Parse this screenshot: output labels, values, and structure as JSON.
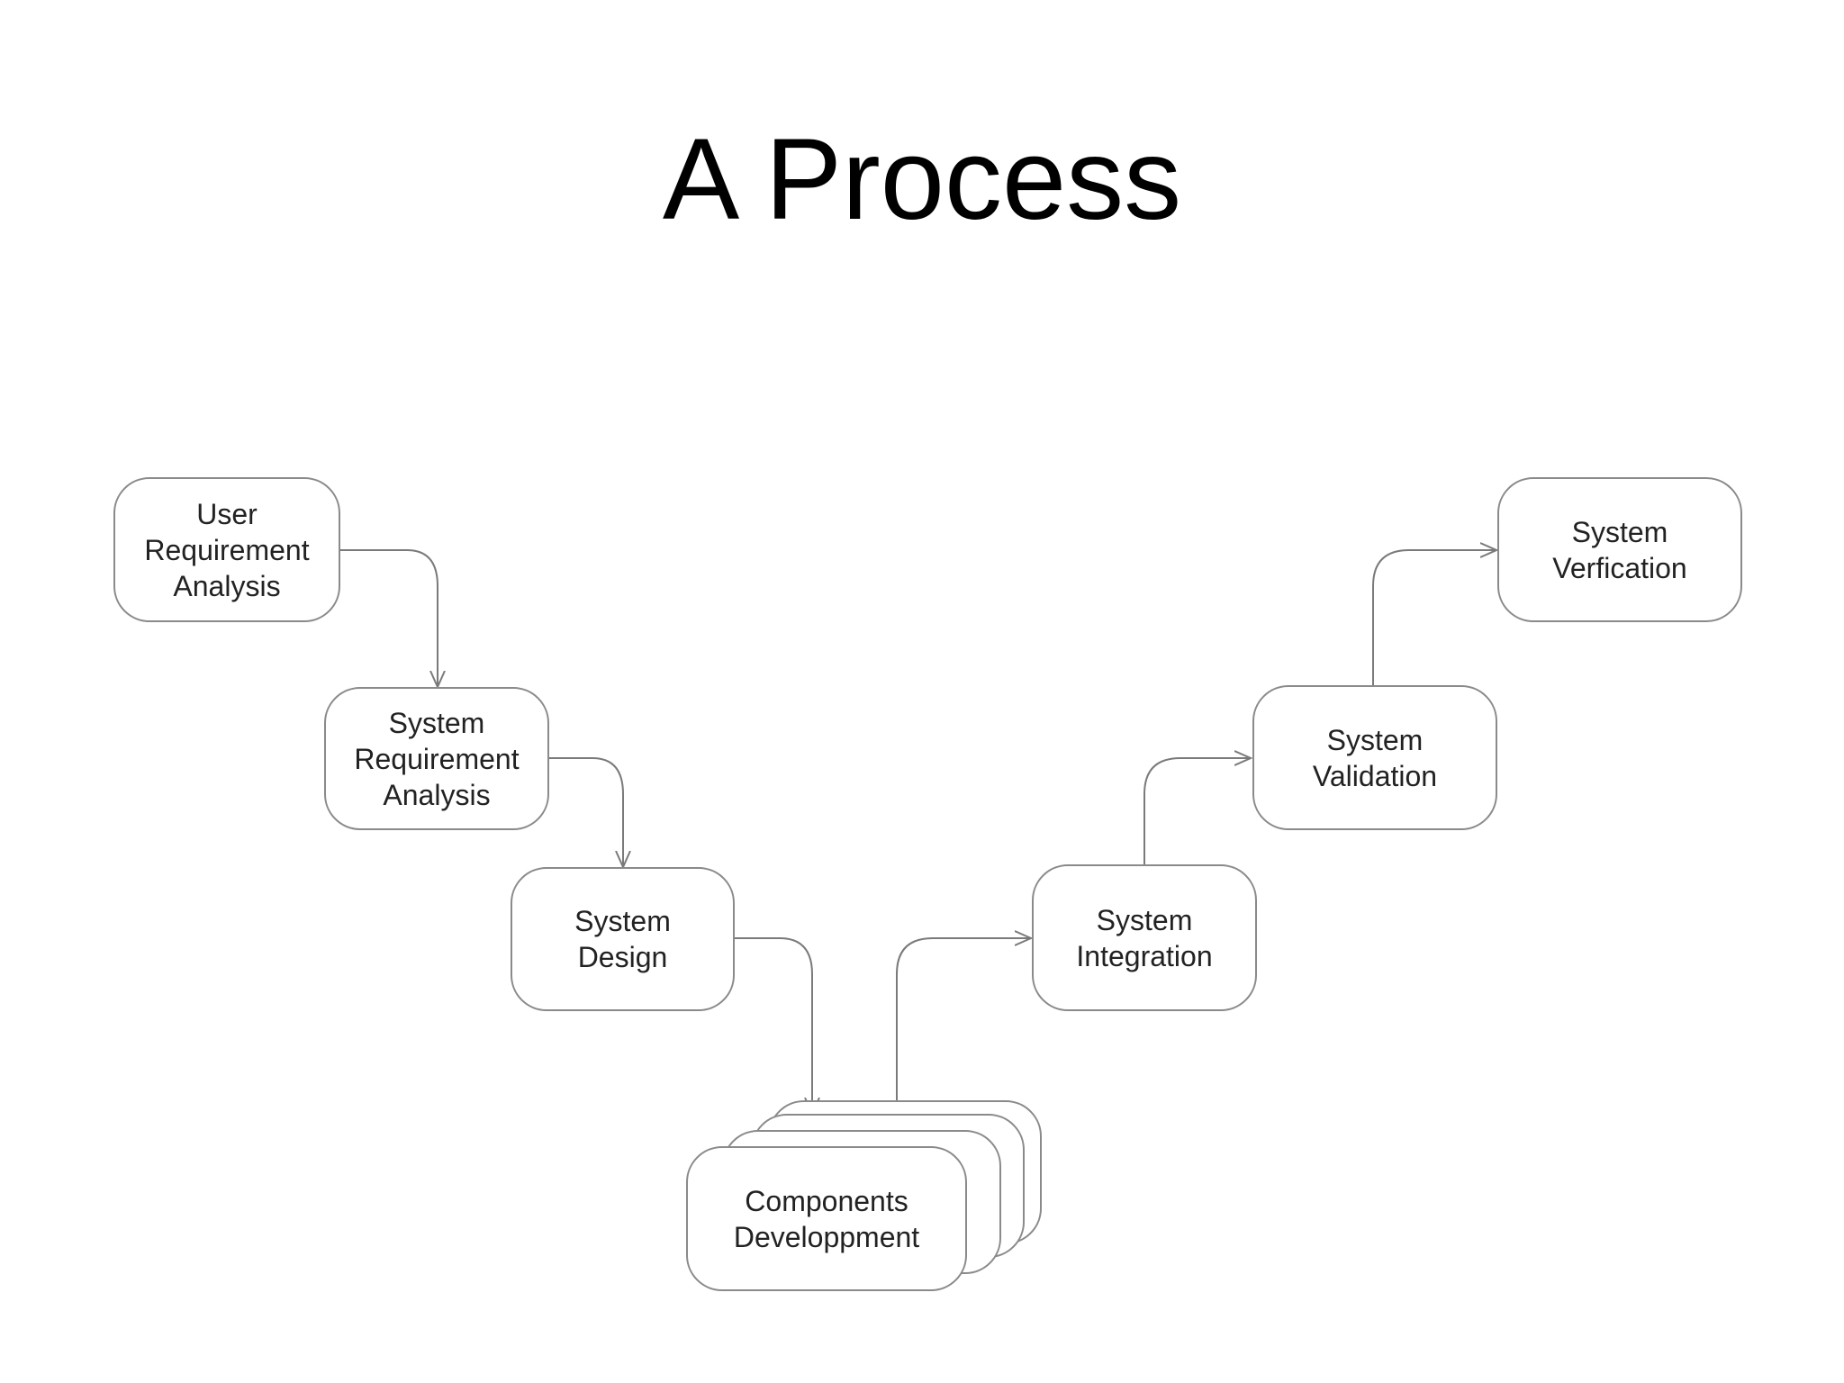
{
  "title": "A Process",
  "colors": {
    "background": "#ffffff",
    "title_text": "#000000",
    "node_border": "#8a8a8a",
    "node_text": "#222222",
    "connector": "#7a7a7a"
  },
  "diagram": {
    "type": "v-model-process-flow",
    "nodes": {
      "user_req": "User\nRequirement\nAnalysis",
      "sys_req": "System\nRequirement\nAnalysis",
      "sys_design": "System\nDesign",
      "components": "Components\nDeveloppment",
      "sys_integration": "System\nIntegration",
      "sys_validation": "System\nValidation",
      "sys_verification": "System\nVerfication"
    },
    "edges": [
      {
        "from": "user_req",
        "to": "sys_req"
      },
      {
        "from": "sys_req",
        "to": "sys_design"
      },
      {
        "from": "sys_design",
        "to": "components"
      },
      {
        "from": "components",
        "to": "sys_integration"
      },
      {
        "from": "sys_integration",
        "to": "sys_validation"
      },
      {
        "from": "sys_validation",
        "to": "sys_verification"
      }
    ]
  }
}
